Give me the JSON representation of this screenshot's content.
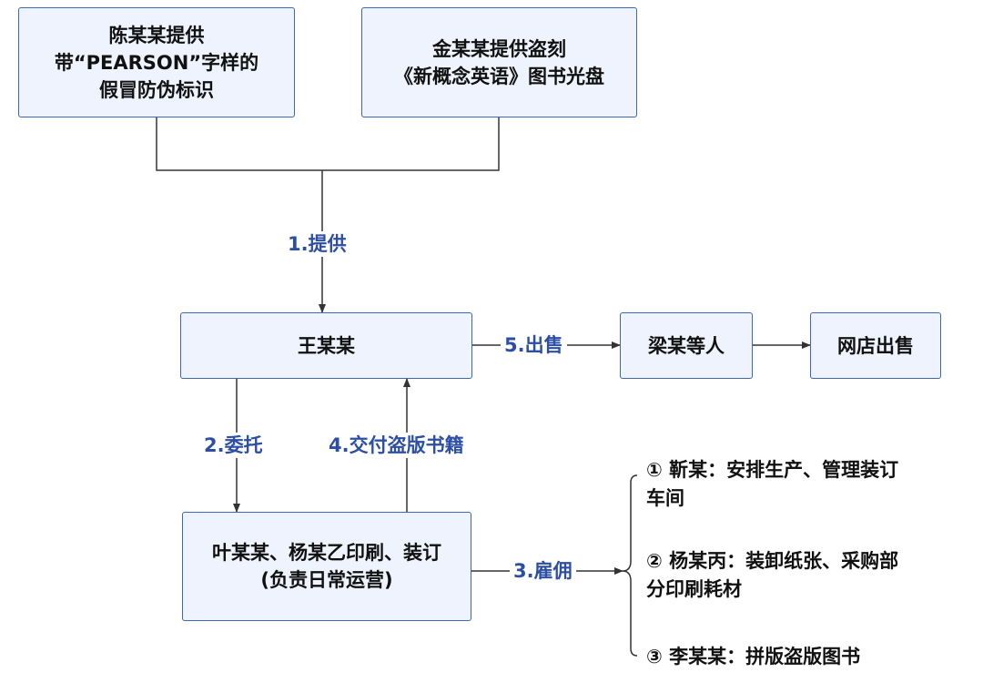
{
  "colors": {
    "box_fill": "#eef3fd",
    "box_border": "#3c67b5",
    "edge_label": "#2c4fa5",
    "line": "#333333"
  },
  "nodes": {
    "chen": "陈某某提供\n带“PEARSON”字样的\n假冒防伪标识",
    "jin": "金某某提供盗刻\n《新概念英语》图书光盘",
    "wang": "王某某",
    "liang": "梁某等人",
    "shop": "网店出售",
    "ye": "叶某某、杨某乙印刷、装订\n(负责日常运营)"
  },
  "edges": {
    "provide": "1.提供",
    "entrust": "2.委托",
    "hire": "3.雇佣",
    "deliver": "4.交付盗版书籍",
    "sell": "5.出售"
  },
  "employees": [
    "① 靳某：安排生产、管理装订\n车间",
    "② 杨某丙：装卸纸张、采购部\n分印刷耗材",
    "③ 李某某：拼版盗版图书"
  ]
}
